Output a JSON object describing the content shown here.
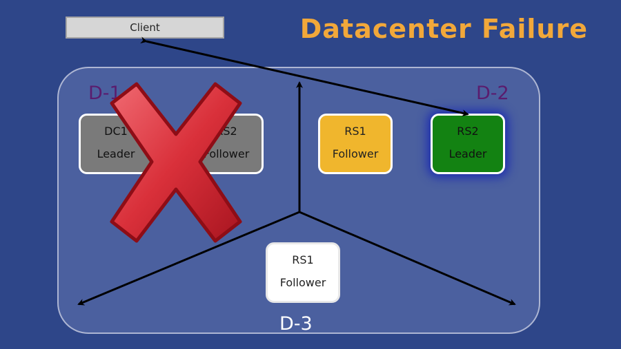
{
  "slide": {
    "title": "Datacenter Failure",
    "client_label": "Client"
  },
  "datacenters": {
    "d1_label": "D-1",
    "d2_label": "D-2",
    "d3_label": "D-3"
  },
  "nodes": {
    "d1_rs1": {
      "name": "DC1",
      "role": "Leader"
    },
    "d1_rs2": {
      "name": "RS2",
      "role": "Follower"
    },
    "d2_rs1": {
      "name": "RS1",
      "role": "Follower"
    },
    "d2_rs2": {
      "name": "RS2",
      "role": "Leader"
    },
    "d3_rs1": {
      "name": "RS1",
      "role": "Follower"
    }
  },
  "colors": {
    "background": "#2e4689",
    "title": "#f2a83a",
    "failed_node": "#7a7a7a",
    "follower_node": "#f0b62d",
    "leader_node": "#138212",
    "failure_cross": "#d9303a"
  },
  "icons": {
    "failure": "red-x-cross-icon"
  }
}
